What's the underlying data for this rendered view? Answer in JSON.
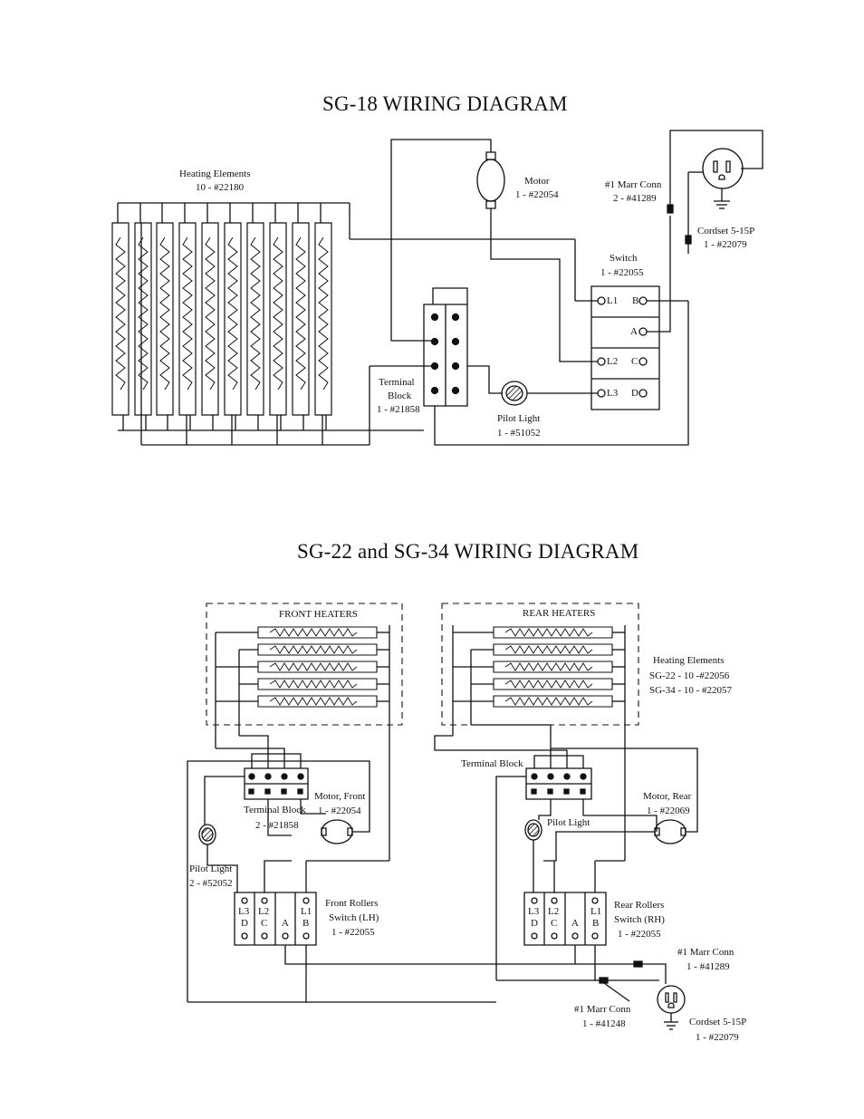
{
  "diagram1": {
    "title": "SG-18 WIRING DIAGRAM",
    "heating_label": "Heating Elements",
    "heating_part": "10 - #22180",
    "motor_label": "Motor",
    "motor_part": "1 - #22054",
    "marr_label": "#1 Marr Conn",
    "marr_part": "2 - #41289",
    "cordset_label": "Cordset 5-15P",
    "cordset_part": "1 - #22079",
    "switch_label": "Switch",
    "switch_part": "1 - #22055",
    "switch_terminals": {
      "l1": "L1",
      "b": "B",
      "a": "A",
      "l2": "L2",
      "c": "C",
      "l3": "L3",
      "d": "D"
    },
    "terminal_label": "Terminal",
    "terminal_label2": "Block",
    "terminal_part": "1 - #21858",
    "pilot_label": "Pilot Light",
    "pilot_part": "1 - #51052"
  },
  "diagram2": {
    "title": "SG-22 and SG-34  WIRING DIAGRAM",
    "front_heaters": "FRONT HEATERS",
    "rear_heaters": "REAR HEATERS",
    "heating_label": "Heating Elements",
    "heating_part1": "SG-22 - 10 -#22056",
    "heating_part2": "SG-34 - 10 - #22057",
    "terminal_block_left": "Terminal Block",
    "terminal_block_left_part": "2 - #21858",
    "terminal_block_right": "Terminal Block",
    "motor_front": "Motor, Front",
    "motor_front_part": "1 - #22054",
    "motor_rear": "Motor, Rear",
    "motor_rear_part": "1 - #22069",
    "pilot_left": "Pilot Light",
    "pilot_left_part": "2 - #52052",
    "pilot_right": "Pilot Light",
    "front_rollers": "Front Rollers",
    "front_rollers_switch": "Switch (LH)",
    "front_rollers_part": "1 - #22055",
    "rear_rollers": "Rear Rollers",
    "rear_rollers_switch": "Switch (RH)",
    "rear_rollers_part": "1 - #22055",
    "marr_right": "#1 Marr Conn",
    "marr_right_part": "1 - #41289",
    "marr_bottom": "#1 Marr Conn",
    "marr_bottom_part": "1 - #41248",
    "cordset": "Cordset 5-15P",
    "cordset_part": "1 - #22079",
    "switch_terminals": {
      "l3": "L3",
      "d": "D",
      "l2": "L2",
      "c": "C",
      "a": "A",
      "l1": "L1",
      "b": "B"
    }
  }
}
